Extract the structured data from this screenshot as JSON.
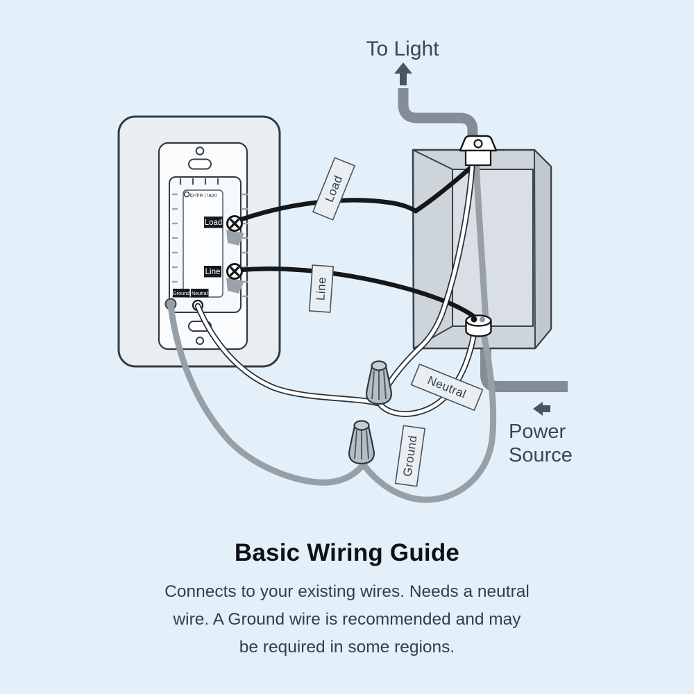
{
  "labels": {
    "to_light": "To Light",
    "power": "Power",
    "source": "Source"
  },
  "tags": {
    "load": "Load",
    "line": "Line",
    "neutral": "Neutral",
    "ground": "Ground"
  },
  "device": {
    "brand": "tp-link | tapo",
    "terminal_load": "Load",
    "terminal_line": "Line",
    "terminal_ground": "Ground",
    "terminal_neutral": "Neutral"
  },
  "footer": {
    "title": "Basic Wiring Guide",
    "line1": "Connects to your existing wires. Needs a neutral",
    "line2": "wire. A Ground wire is recommended and may",
    "line3": "be required in some regions."
  },
  "colors": {
    "background": "#e3f0f9",
    "caption_text": "#3c4750",
    "wire_black": "#15181b",
    "wire_white": "#ffffff",
    "wire_gray": "#98a0a7",
    "conduit_gray": "#848d95",
    "box_gray": "#ced5da",
    "plate_gray": "#e9eef3"
  }
}
